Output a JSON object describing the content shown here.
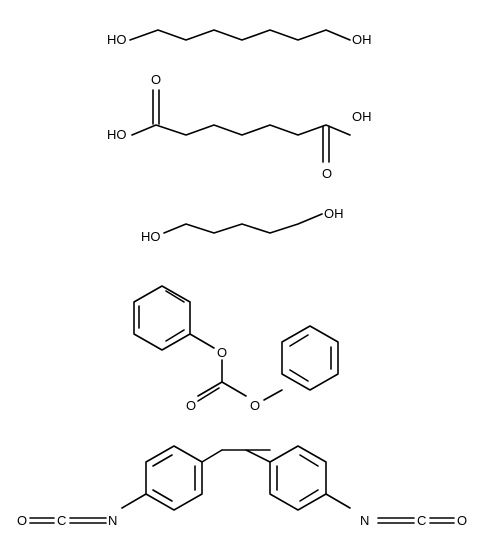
{
  "colors": {
    "bond": "#000000",
    "background": "#ffffff"
  },
  "molecules": [
    {
      "id": "hexanediol",
      "labels": {
        "left_oh": "HO",
        "right_oh": "OH"
      }
    },
    {
      "id": "adipic-acid",
      "labels": {
        "left_oh": "HO",
        "top_o": "O",
        "right_oh": "OH",
        "bottom_o": "O"
      }
    },
    {
      "id": "butanediol",
      "labels": {
        "left_oh": "HO",
        "right_oh": "OH"
      }
    },
    {
      "id": "diphenyl-carbonate",
      "labels": {
        "ester_o_upper": "O",
        "carbonyl_o": "O",
        "ester_o_lower": "O"
      }
    },
    {
      "id": "mdi",
      "labels": {
        "left_o": "O",
        "left_c": "C",
        "left_n": "N",
        "right_n": "N",
        "right_c": "C",
        "right_o": "O"
      }
    }
  ]
}
